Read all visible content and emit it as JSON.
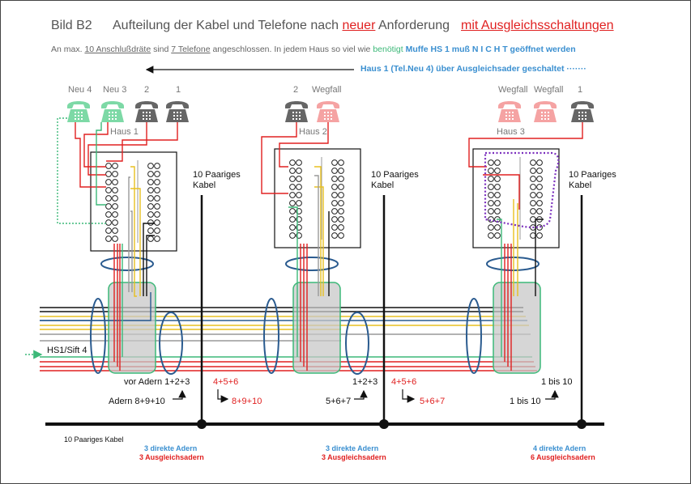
{
  "title": {
    "bild": "Bild B2",
    "part1": "Aufteilung der Kabel und Telefone nach ",
    "neuer": "neuer",
    "part2": " Anforderung",
    "mit": "mit  Ausgleichsschaltungen"
  },
  "subtitle": {
    "a": "An max.",
    "b": "10 Anschlußdräte",
    "c": "sind",
    "d": "7 Telefone",
    "e": "angeschlossen.  In jedem Haus so viel wie",
    "f": "benötigt",
    "g": "Muffe  HS 1  muß  N I C H T  geöffnet werden"
  },
  "note": "Haus 1  (Tel.Neu 4)  über Ausgleichsader  geschaltet  ·······",
  "phones": [
    {
      "label": "Neu 4",
      "color": "#7dd9a6"
    },
    {
      "label": "Neu 3",
      "color": "#7dd9a6"
    },
    {
      "label": "2",
      "color": "#666666"
    },
    {
      "label": "1",
      "color": "#666666"
    },
    {
      "label": "2",
      "color": "#666666"
    },
    {
      "label": "Wegfall",
      "color": "#f5a3a3"
    },
    {
      "label": "Wegfall",
      "color": "#f5a3a3"
    },
    {
      "label": "Wegfall",
      "color": "#f5a3a3"
    },
    {
      "label": "1",
      "color": "#666666"
    }
  ],
  "houses": [
    "Haus 1",
    "Haus 2",
    "Haus 3"
  ],
  "cable_label": "10 Paariges Kabel",
  "hs1": "HS1/Sift 4",
  "annotations": {
    "vor_adern": "vor  Adern  1+2+3",
    "adern_8910": "Adern  8+9+10",
    "h1_456": "4+5+6",
    "h1_8910": "8+9+10",
    "h2_123": "1+2+3",
    "h2_567_left": "5+6+7",
    "h2_456": "4+5+6",
    "h2_567_right": "5+6+7",
    "h3_1bis10_top": "1 bis 10",
    "h3_1bis10": "1 bis 10"
  },
  "bottom": {
    "cable": "10 Paariges Kabel",
    "h1_direct": "3 direkte Adern",
    "h1_ausgl": "3 Ausgleichsadern",
    "h2_direct": "3 direkte Adern",
    "h2_ausgl": "3 Ausgleichsadern",
    "h3_direct": "4 direkte Adern",
    "h3_ausgl": "6 Ausgleichsadern"
  },
  "colors": {
    "red": "#e02020",
    "green": "#3cb878",
    "blue": "#2a5b8f",
    "yellow": "#e8c020",
    "grey": "#999999"
  }
}
